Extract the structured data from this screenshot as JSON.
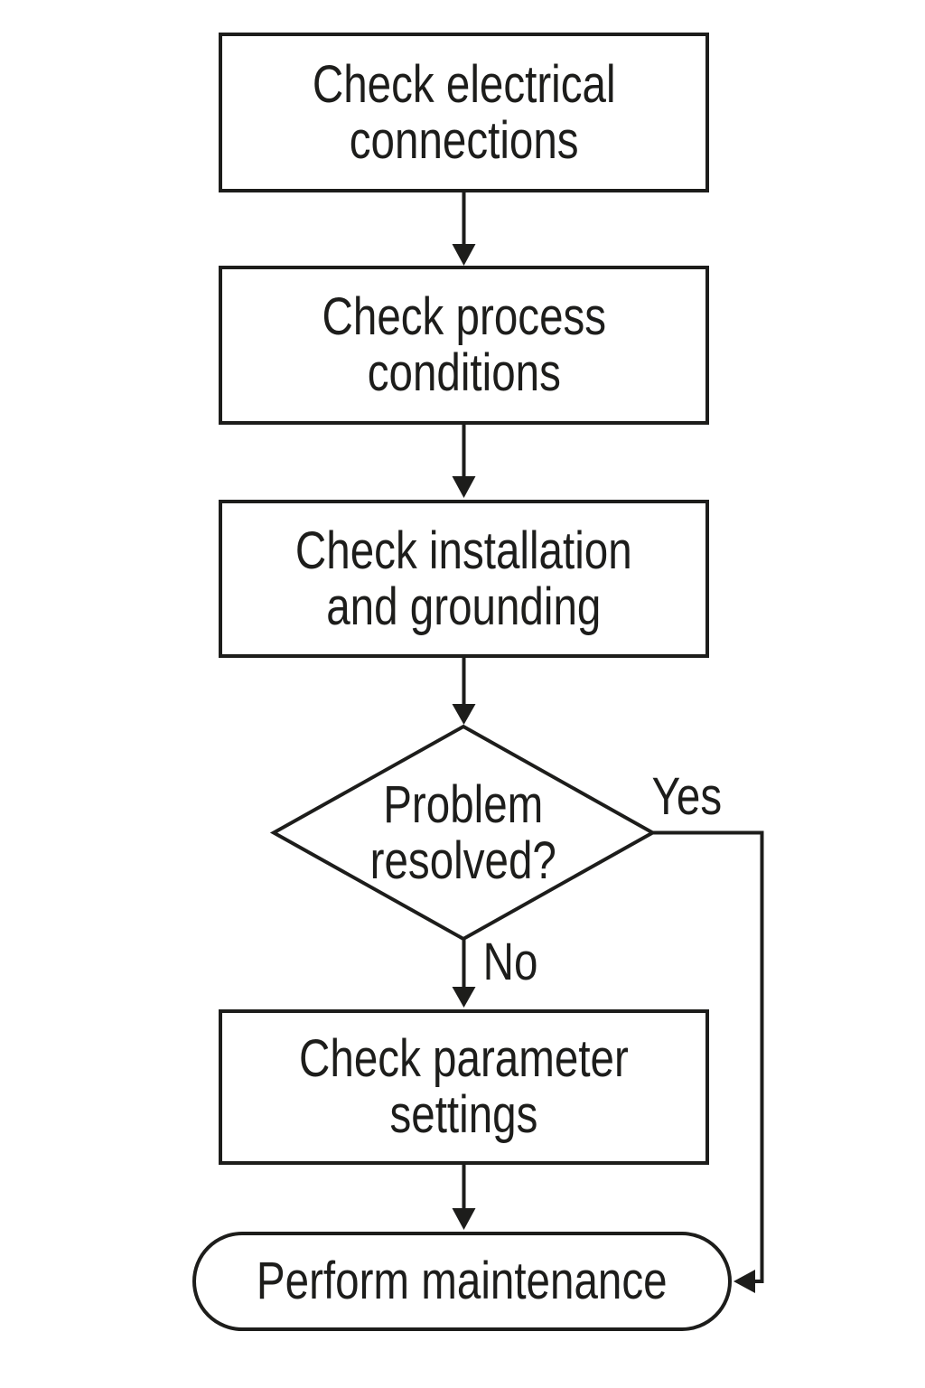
{
  "diagram": {
    "type": "flowchart",
    "colors": {
      "background": "#ffffff",
      "stroke": "#1d1d1b",
      "text": "#1d1d1b"
    },
    "nodes": {
      "check_electrical": {
        "shape": "process",
        "line1": "Check electrical",
        "line2": "connections"
      },
      "check_process": {
        "shape": "process",
        "line1": "Check process",
        "line2": "conditions"
      },
      "check_installation": {
        "shape": "process",
        "line1": "Check installation",
        "line2": "and grounding"
      },
      "problem_resolved": {
        "shape": "decision",
        "line1": "Problem",
        "line2": "resolved?"
      },
      "check_parameter": {
        "shape": "process",
        "line1": "Check parameter",
        "line2": "settings"
      },
      "perform_maintenance": {
        "shape": "terminator",
        "line1": "Perform maintenance"
      }
    },
    "edge_labels": {
      "yes": "Yes",
      "no": "No"
    },
    "flow": [
      "check_electrical -> check_process",
      "check_process -> check_installation",
      "check_installation -> problem_resolved",
      "problem_resolved -No-> check_parameter",
      "problem_resolved -Yes-> perform_maintenance",
      "check_parameter -> perform_maintenance"
    ]
  }
}
